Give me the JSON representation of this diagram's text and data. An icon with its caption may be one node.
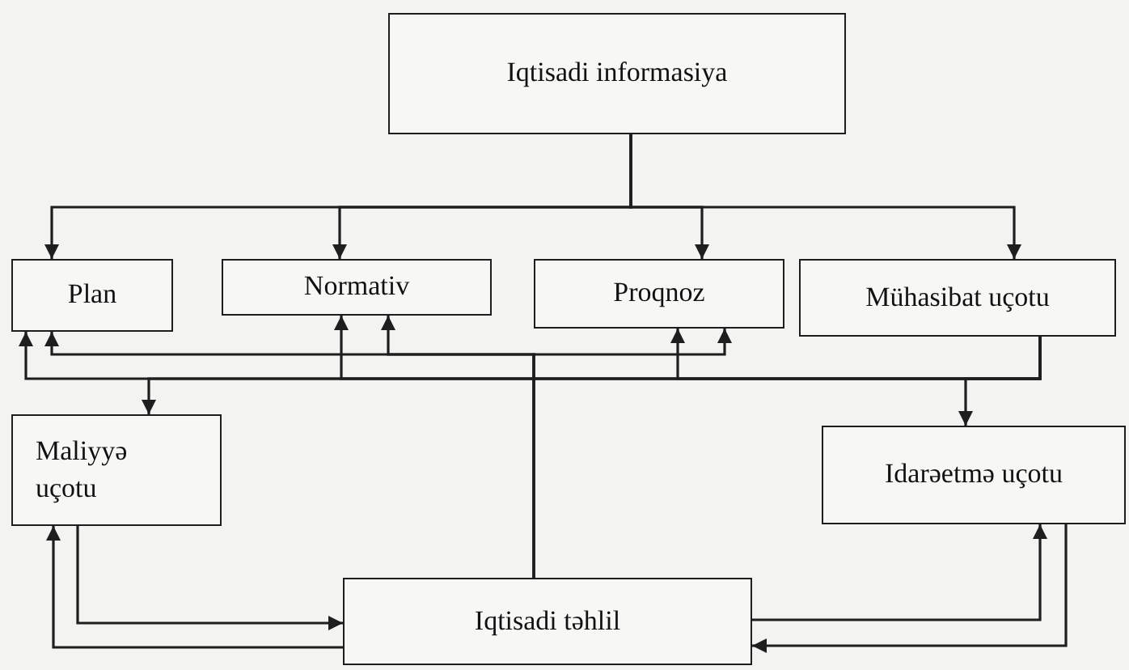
{
  "diagram": {
    "nodes": [
      {
        "text": [
          "Iqtisadi informasiya"
        ]
      },
      {
        "text": [
          "Plan"
        ]
      },
      {
        "text": [
          "Normativ"
        ]
      },
      {
        "text": [
          "Proqnoz"
        ]
      },
      {
        "text": [
          "Mühasibat uçotu"
        ]
      },
      {
        "text": [
          "Maliyyə uçotu"
        ]
      },
      {
        "text": [
          "Idarəetmə uçotu"
        ]
      },
      {
        "text": [
          "Iqtisadi təhlil"
        ]
      }
    ],
    "edges": [
      {
        "from": 0,
        "to": 1,
        "arrow": "to"
      },
      {
        "from": 0,
        "to": 2,
        "arrow": "to"
      },
      {
        "from": 0,
        "to": 3,
        "arrow": "to"
      },
      {
        "from": 0,
        "to": 4,
        "arrow": "to"
      },
      {
        "from": 4,
        "to": 1,
        "arrow": "to"
      },
      {
        "from": 4,
        "to": 2,
        "arrow": "to"
      },
      {
        "from": 4,
        "to": 3,
        "arrow": "to"
      },
      {
        "from": 4,
        "to": 5,
        "arrow": "to"
      },
      {
        "from": 4,
        "to": 6,
        "arrow": "to"
      },
      {
        "from": 7,
        "to": 1,
        "arrow": "to"
      },
      {
        "from": 7,
        "to": 2,
        "arrow": "to"
      },
      {
        "from": 7,
        "to": 3,
        "arrow": "to"
      },
      {
        "from": 5,
        "to": 7,
        "arrow": "to"
      },
      {
        "from": 7,
        "to": 5,
        "arrow": "to"
      },
      {
        "from": 7,
        "to": 6,
        "arrow": "to"
      },
      {
        "from": 6,
        "to": 7,
        "arrow": "to"
      }
    ]
  }
}
